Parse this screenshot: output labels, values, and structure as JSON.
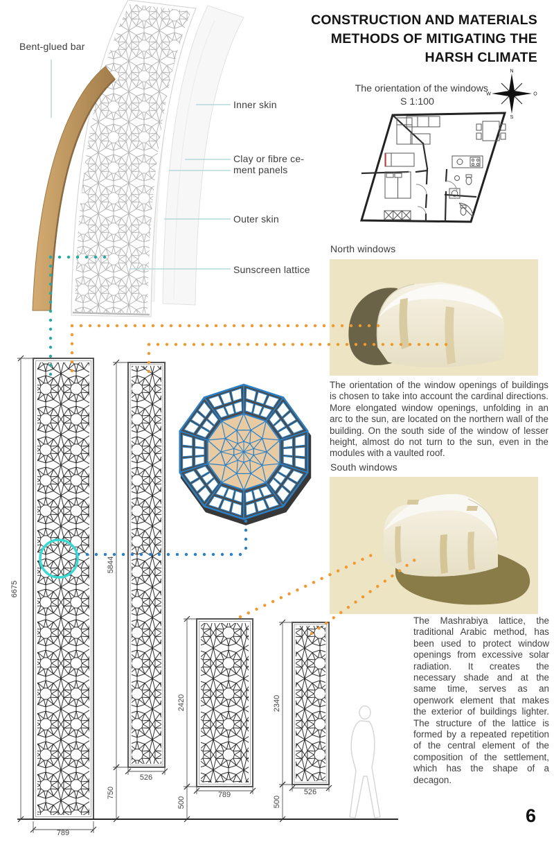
{
  "title": {
    "l1": "CONSTRUCTION AND MATERIALS",
    "l2": "METHODS OF MITIGATING THE",
    "l3": "HARSH CLIMATE"
  },
  "exploded": {
    "bar_label": "Bent-glued bar",
    "inner_label": "Inner skin",
    "clay_label_line1": "Clay or fibre ce-",
    "clay_label_line2": "ment panels",
    "outer_label": "Outer skin",
    "lattice_label": "Sunscreen lattice"
  },
  "plan": {
    "caption": "The orientation of the windows",
    "scale": "S 1:100",
    "compass": {
      "n": "N",
      "e": "O",
      "s": "S",
      "w": "W"
    }
  },
  "renders": {
    "north_label": "North windows",
    "south_label": "South windows"
  },
  "text": {
    "orientation": "The orientation of the window openings of buildings is chosen to take into account the cardinal directions. More elongated window openings, unfolding in an arc to the sun, are located on the northern wall of the building. On the south side of the window of lesser height, almost do not turn to the sun, even in the modules with a vaulted roof.",
    "mashrabiya": "The Mashrabiya lattice, the traditional Arabic method, has been used to protect window openings from excessive solar radiation.  It creates the necessary shade and at the same time, serves as an openwork element that makes the exterior of buildings lighter. The structure of the lattice is formed by a repeated repetition of the central element of the composition of the settlement, which has the shape of a decagon."
  },
  "dims": {
    "p1h": "6675",
    "p1w": "789",
    "p2h": "5844",
    "p2w": "526",
    "p2e": "750",
    "p3h": "2420",
    "p3w": "789",
    "p3e": "500",
    "p4h": "2340",
    "p4w": "526",
    "p4e": "500"
  },
  "page_number": "6",
  "colors": {
    "teal_dots": "#2aa9a4",
    "orange_dots": "#f0992f",
    "blue_detail": "#2b7fc4",
    "cyan_circle": "#3ad9d3",
    "render_beige": "#ece4c3",
    "shadow_olive": "#6a6347",
    "wood": "#c8a065",
    "decagon_center": "#e9cba3"
  }
}
